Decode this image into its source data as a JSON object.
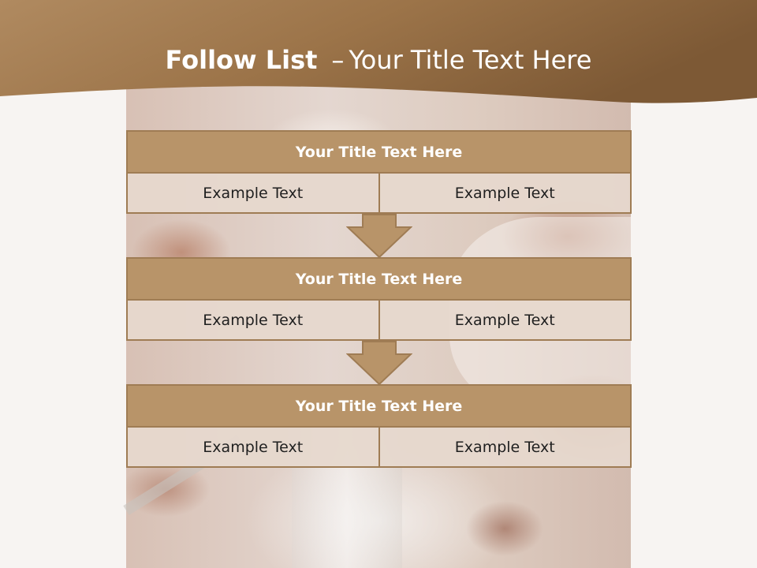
{
  "slide": {
    "title_bold": "Follow List",
    "title_dash": "–",
    "title_rest": "Your Title Text Here"
  },
  "steps": [
    {
      "title": "Your Title Text Here",
      "left": "Example Text",
      "right": "Example Text"
    },
    {
      "title": "Your Title Text Here",
      "left": "Example Text",
      "right": "Example Text"
    },
    {
      "title": "Your Title Text Here",
      "left": "Example Text",
      "right": "Example Text"
    }
  ],
  "colors": {
    "header_brown": "#9c7449",
    "box_head": "#b89469",
    "box_border": "#9f7c54",
    "cell_fill": "#e6d8ce"
  },
  "icons": {
    "connector": "down-arrow-icon"
  }
}
